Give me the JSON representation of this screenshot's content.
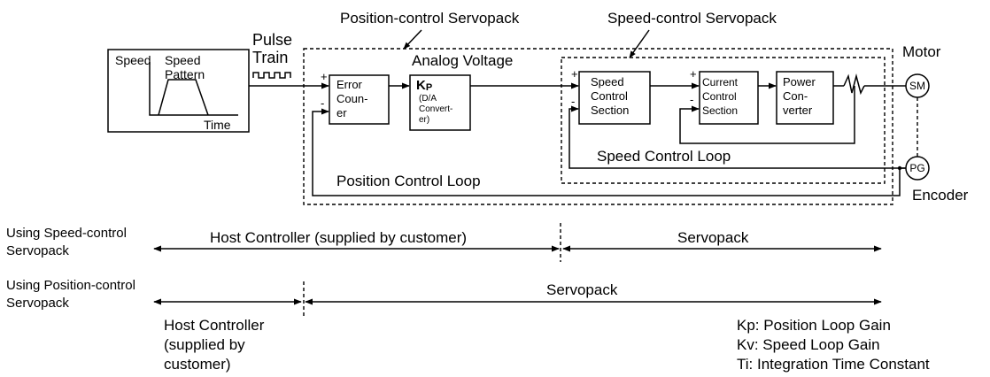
{
  "titles": {
    "position_servopack": "Position-control Servopack",
    "speed_servopack": "Speed-control Servopack"
  },
  "speed_pattern_box": {
    "speed_label": "Speed",
    "pattern_label_1": "Speed",
    "pattern_label_2": "Pattern",
    "time_label": "Time"
  },
  "pulse_train": {
    "line1": "Pulse",
    "line2": "Train"
  },
  "analog_voltage": "Analog Voltage",
  "error_counter": {
    "line1": "Error",
    "line2": "Coun-",
    "line3": "er"
  },
  "kp_block": {
    "main": "K",
    "sub": "P",
    "line1": "(D/A",
    "line2": "Convert-",
    "line3": "er)"
  },
  "speed_control": {
    "line1": "Speed",
    "line2": "Control",
    "line3": "Section"
  },
  "current_control": {
    "line1": "Current",
    "line2": "Control",
    "line3": "Section"
  },
  "power_converter": {
    "line1": "Power",
    "line2": "Con-",
    "line3": "verter"
  },
  "motor": {
    "label": "Motor",
    "symbol": "SM"
  },
  "encoder": {
    "label": "Encoder",
    "symbol": "PG"
  },
  "signs": {
    "plus": "+",
    "minus": "-"
  },
  "loops": {
    "speed_control_loop": "Speed Control Loop",
    "position_control_loop": "Position Control Loop"
  },
  "row_speed": {
    "label_line1": "Using Speed-control",
    "label_line2": "Servopack",
    "host": "Host Controller (supplied by customer)",
    "servopack": "Servopack"
  },
  "row_position": {
    "label_line1": "Using Position-control",
    "label_line2": "Servopack",
    "servopack": "Servopack",
    "host_line1": "Host Controller",
    "host_line2": "(supplied by",
    "host_line3": "customer)"
  },
  "legend": {
    "kp": "Kp: Position Loop Gain",
    "kv": "Kv: Speed Loop Gain",
    "ti": "Ti: Integration Time Constant"
  }
}
